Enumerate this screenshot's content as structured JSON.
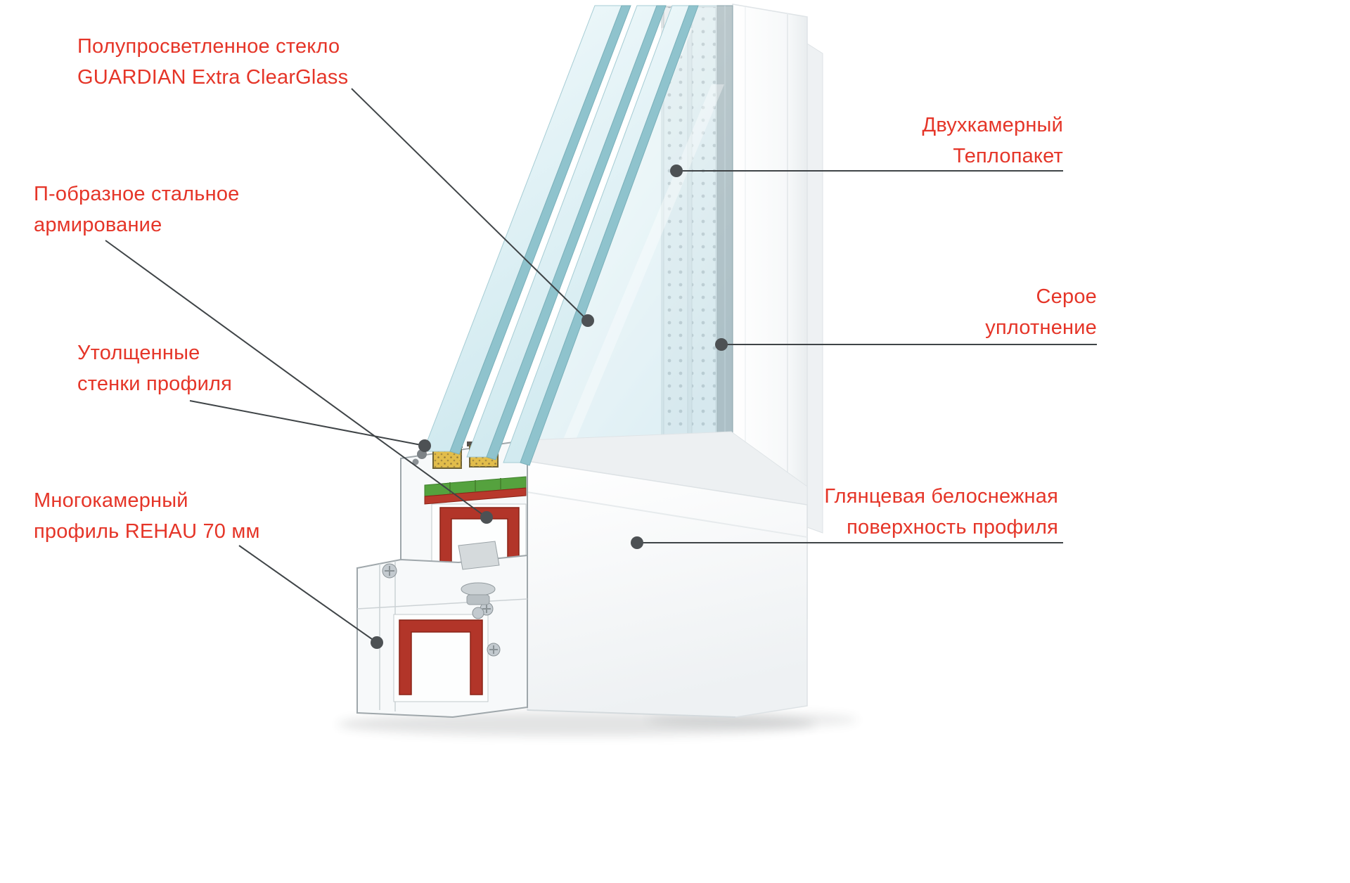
{
  "colors": {
    "label_red": "#e53528",
    "leader_line": "#3f4447",
    "marker_dot": "#4d5154",
    "steel_red": "#b23529",
    "spacer_yellow": "#e2bd4b",
    "glazing_green": "#55a23e",
    "seal_gray": "#8e9599",
    "glass_tint": "#cfe9ef",
    "profile_white": "#f7f9fa"
  },
  "labels": [
    {
      "id": "glass",
      "lines": [
        "Полупросветленное стекло",
        "GUARDIAN Extra ClearGlass"
      ]
    },
    {
      "id": "glazing-unit",
      "lines": [
        "Двухкамерный",
        "Теплопакет"
      ]
    },
    {
      "id": "steel-reinforcement",
      "lines": [
        "П-образное стальное",
        "армирование"
      ]
    },
    {
      "id": "gray-seal",
      "lines": [
        "Серое",
        "уплотнение"
      ]
    },
    {
      "id": "profile-walls",
      "lines": [
        "Утолщенные",
        "стенки профиля"
      ]
    },
    {
      "id": "profile",
      "lines": [
        "Многокамерный",
        "профиль REHAU 70 мм"
      ]
    },
    {
      "id": "surface",
      "lines": [
        "Глянцевая белоснежная",
        "поверхность профиля"
      ]
    }
  ]
}
